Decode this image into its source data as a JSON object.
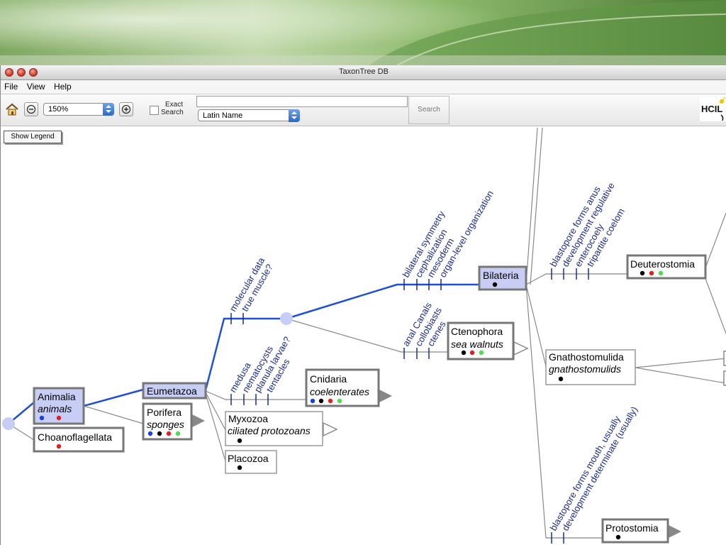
{
  "window": {
    "title": "TaxonTree DB"
  },
  "menu": {
    "items": [
      "File",
      "View",
      "Help"
    ]
  },
  "toolbar": {
    "zoom_value": "150%",
    "exact_search_label_1": "Exact",
    "exact_search_label_2": "Search",
    "search_value": "",
    "search_field": "Latin Name",
    "search_button": "Search",
    "logo_text": "HCIL"
  },
  "legend_button": "Show Legend",
  "colors": {
    "highlight_node": "#c8cdf6",
    "highlight_edge": "#1f4fd8",
    "trait_text": "#1a2a8c",
    "dot_blue": "#1a3fe0",
    "dot_red": "#e02020",
    "dot_green": "#4fdc4f",
    "dot_black": "#000000"
  },
  "taxa": {
    "animalia": {
      "name": "Animalia",
      "common": "animals"
    },
    "choanoflagellata": {
      "name": "Choanoflagellata"
    },
    "eumetazoa": {
      "name": "Eumetazoa"
    },
    "porifera": {
      "name": "Porifera",
      "common": "sponges"
    },
    "cnidaria": {
      "name": "Cnidaria",
      "common": "coelenterates"
    },
    "myxozoa": {
      "name": "Myxozoa",
      "common": "ciliated protozoans"
    },
    "placozoa": {
      "name": "Placozoa"
    },
    "ctenophora": {
      "name": "Ctenophora",
      "common": "sea walnuts"
    },
    "bilateria": {
      "name": "Bilateria"
    },
    "deuterostomia": {
      "name": "Deuterostomia"
    },
    "gnathostomulida": {
      "name": "Gnathostomulida",
      "common": "gnathostomulids"
    },
    "protostomia": {
      "name": "Protostomia"
    }
  },
  "traits": {
    "eumetazoa_internal": [
      "molecular data",
      "true muscle?"
    ],
    "cnidaria": [
      "medusa",
      "nematocysts",
      "planula larvae?",
      "tentacles"
    ],
    "ctenophora": [
      "anal Canals",
      "collobiasts",
      "ctenes"
    ],
    "bilateria": [
      "bilateral symmetry",
      "cephalization",
      "mesoderm",
      "organ-level organization"
    ],
    "deuterostomia": [
      "blastopore forms anus",
      "development regulative",
      "enterocoely",
      "tripartite coelom"
    ],
    "protostomia": [
      "blastopore forms mouth, usually",
      "development determinate (usually)"
    ]
  }
}
